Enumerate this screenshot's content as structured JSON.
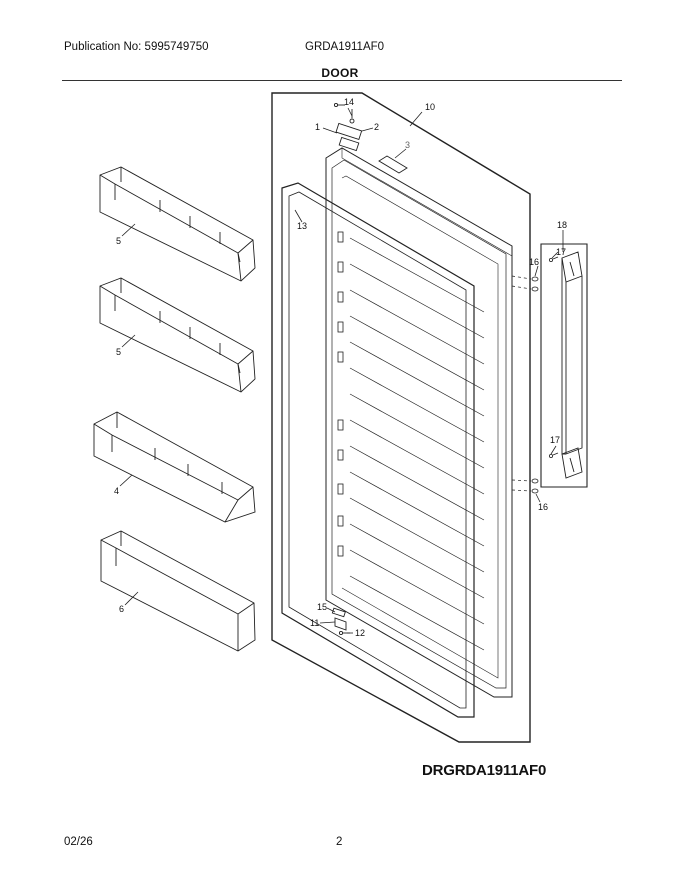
{
  "header": {
    "publication_label": "Publication No: 5995749750",
    "model": "GRDA1911AF0",
    "section_title": "DOOR"
  },
  "diagram": {
    "code": "DRGRDA1911AF0",
    "callouts": {
      "door_assembly": "10",
      "hinge_pin": "14",
      "hinge_bracket": "1",
      "hinge_cover": "2",
      "label": "3",
      "gasket": "13",
      "bin_upper": "5",
      "bin_second": "5",
      "bin_third": "4",
      "bin_bottom": "6",
      "handle_assembly": "18",
      "handle_screw_top": "17",
      "handle_stud_top": "16",
      "handle_screw_bottom": "17",
      "handle_stud_bottom": "16",
      "bottom_hinge_bushing": "15",
      "bottom_hinge": "11",
      "bottom_hinge_screw": "12"
    }
  },
  "footer": {
    "date": "02/26",
    "page": "2"
  }
}
